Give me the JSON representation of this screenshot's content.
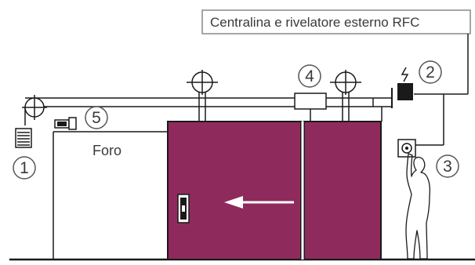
{
  "title": "Centralina e rivelatore esterno RFC",
  "opening_label": "Foro",
  "callouts": {
    "one": "1",
    "two": "2",
    "three": "3",
    "four": "4",
    "five": "5"
  },
  "colors": {
    "gate_fill": "#8e2b5c",
    "line": "#1a1a1a",
    "circle_stroke": "#555555",
    "title_border": "#888888",
    "text": "#3a3a3a"
  },
  "icons": {
    "lamp": "flashing-lamp-icon",
    "photocell_rx": "photocell-receiver-icon",
    "photocell_tx": "photocell-transmitter-icon",
    "control_unit": "control-unit-icon",
    "key_selector": "key-selector-icon",
    "lightning": "lightning-icon",
    "direction": "arrow-left-icon",
    "person": "person-icon",
    "handle": "gate-handle-icon",
    "pillar_lamps": "pillar-lamp-icon"
  }
}
